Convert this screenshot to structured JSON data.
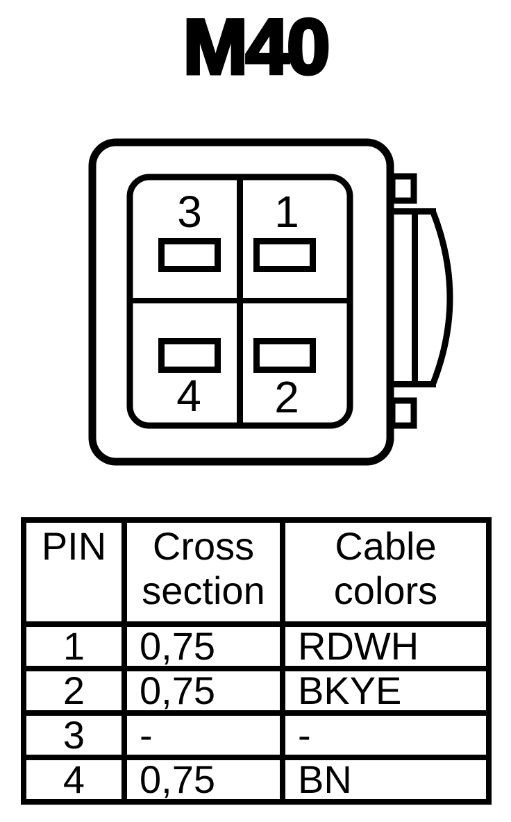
{
  "title": "M40",
  "connector": {
    "pin_labels": {
      "top_left": "3",
      "top_right": "1",
      "bottom_left": "4",
      "bottom_right": "2"
    }
  },
  "table": {
    "headers": {
      "pin": "PIN",
      "cross_section": "Cross section",
      "cable_colors": "Cable colors"
    },
    "rows": [
      {
        "pin": "1",
        "cross_section": "0,75",
        "cable_colors": "RDWH"
      },
      {
        "pin": "2",
        "cross_section": "0,75",
        "cable_colors": "BKYE"
      },
      {
        "pin": "3",
        "cross_section": "-",
        "cable_colors": "-"
      },
      {
        "pin": "4",
        "cross_section": "0,75",
        "cable_colors": "BN"
      }
    ]
  },
  "colors": {
    "ink": "#000000",
    "background": "#ffffff"
  }
}
